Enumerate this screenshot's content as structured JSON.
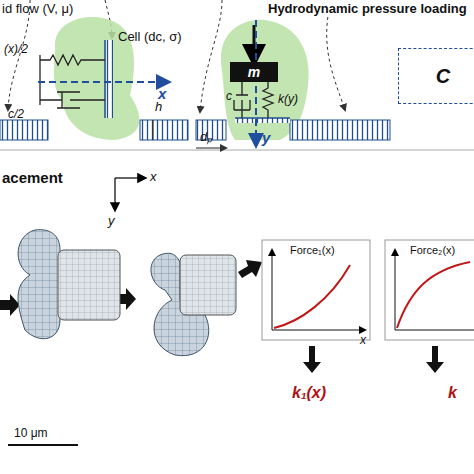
{
  "diagram": {
    "nodes": [
      {
        "text": [
          "m"
        ]
      },
      {
        "text": [
          "C"
        ]
      }
    ],
    "labels": [
      "id flow (V, μ)",
      "Hydrodynamic pressure loading",
      "Cell (dc, σ)",
      "(x)/2",
      "c/2",
      "x",
      "h",
      "dₚ",
      "c",
      "k(y)",
      "y",
      "acement",
      "x",
      "y",
      "10 μm",
      "Force₁(x)",
      "x",
      "Force₂(x)",
      "k₁(x)",
      "k"
    ]
  }
}
